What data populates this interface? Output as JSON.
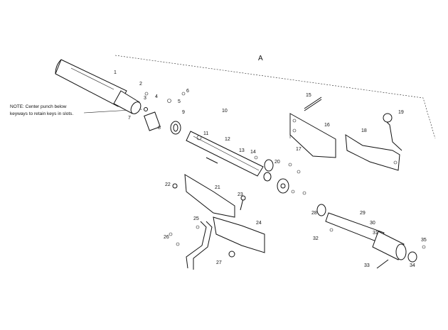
{
  "diagram": {
    "assembly_label": "A",
    "note_lines": [
      "NOTE: Center punch below",
      "keyways to retain keys in slots."
    ],
    "callouts": [
      "1",
      "2",
      "3",
      "4",
      "5",
      "6",
      "7",
      "8",
      "9",
      "10",
      "11",
      "12",
      "13",
      "14",
      "15",
      "16",
      "17",
      "18",
      "19",
      "20",
      "21",
      "22",
      "23",
      "24",
      "25",
      "26",
      "27",
      "28",
      "29",
      "30",
      "31",
      "32",
      "33",
      "34",
      "35"
    ]
  }
}
